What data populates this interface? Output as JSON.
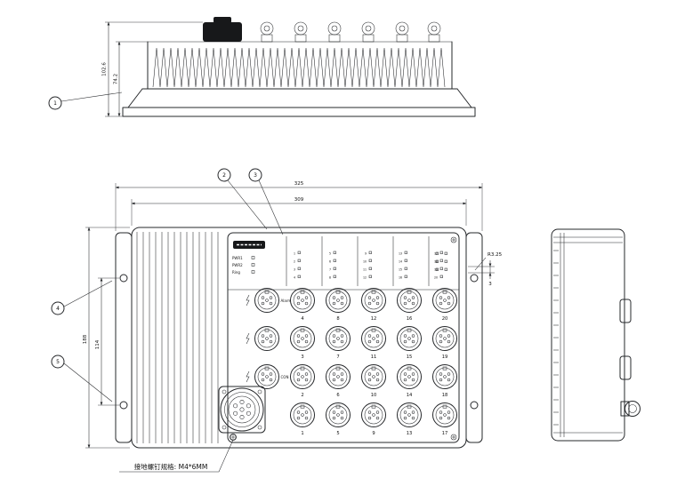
{
  "note": {
    "grounding": "接地螺钉规格: M4*6MM"
  },
  "dims": {
    "top_outer_h": "102.6",
    "top_inner_h": "74.2",
    "front_outer_w": "325",
    "front_inner_w": "309",
    "front_outer_h": "188",
    "front_hole_span": "114",
    "corner_radius": "R3.25",
    "ear_thickness": "3"
  },
  "callouts": {
    "c1": "1",
    "c2": "2",
    "c3": "3",
    "c4": "4",
    "c5": "5"
  },
  "panel": {
    "led_lines": [
      "PWR1",
      "PWR2",
      "Ring"
    ],
    "special_ports": [
      "Alarm",
      "",
      "CON"
    ],
    "port_rows": [
      [
        4,
        8,
        12,
        16,
        20
      ],
      [
        3,
        7,
        11,
        15,
        19
      ],
      [
        2,
        6,
        10,
        14,
        18
      ],
      [
        1,
        5,
        9,
        13,
        17
      ]
    ]
  }
}
